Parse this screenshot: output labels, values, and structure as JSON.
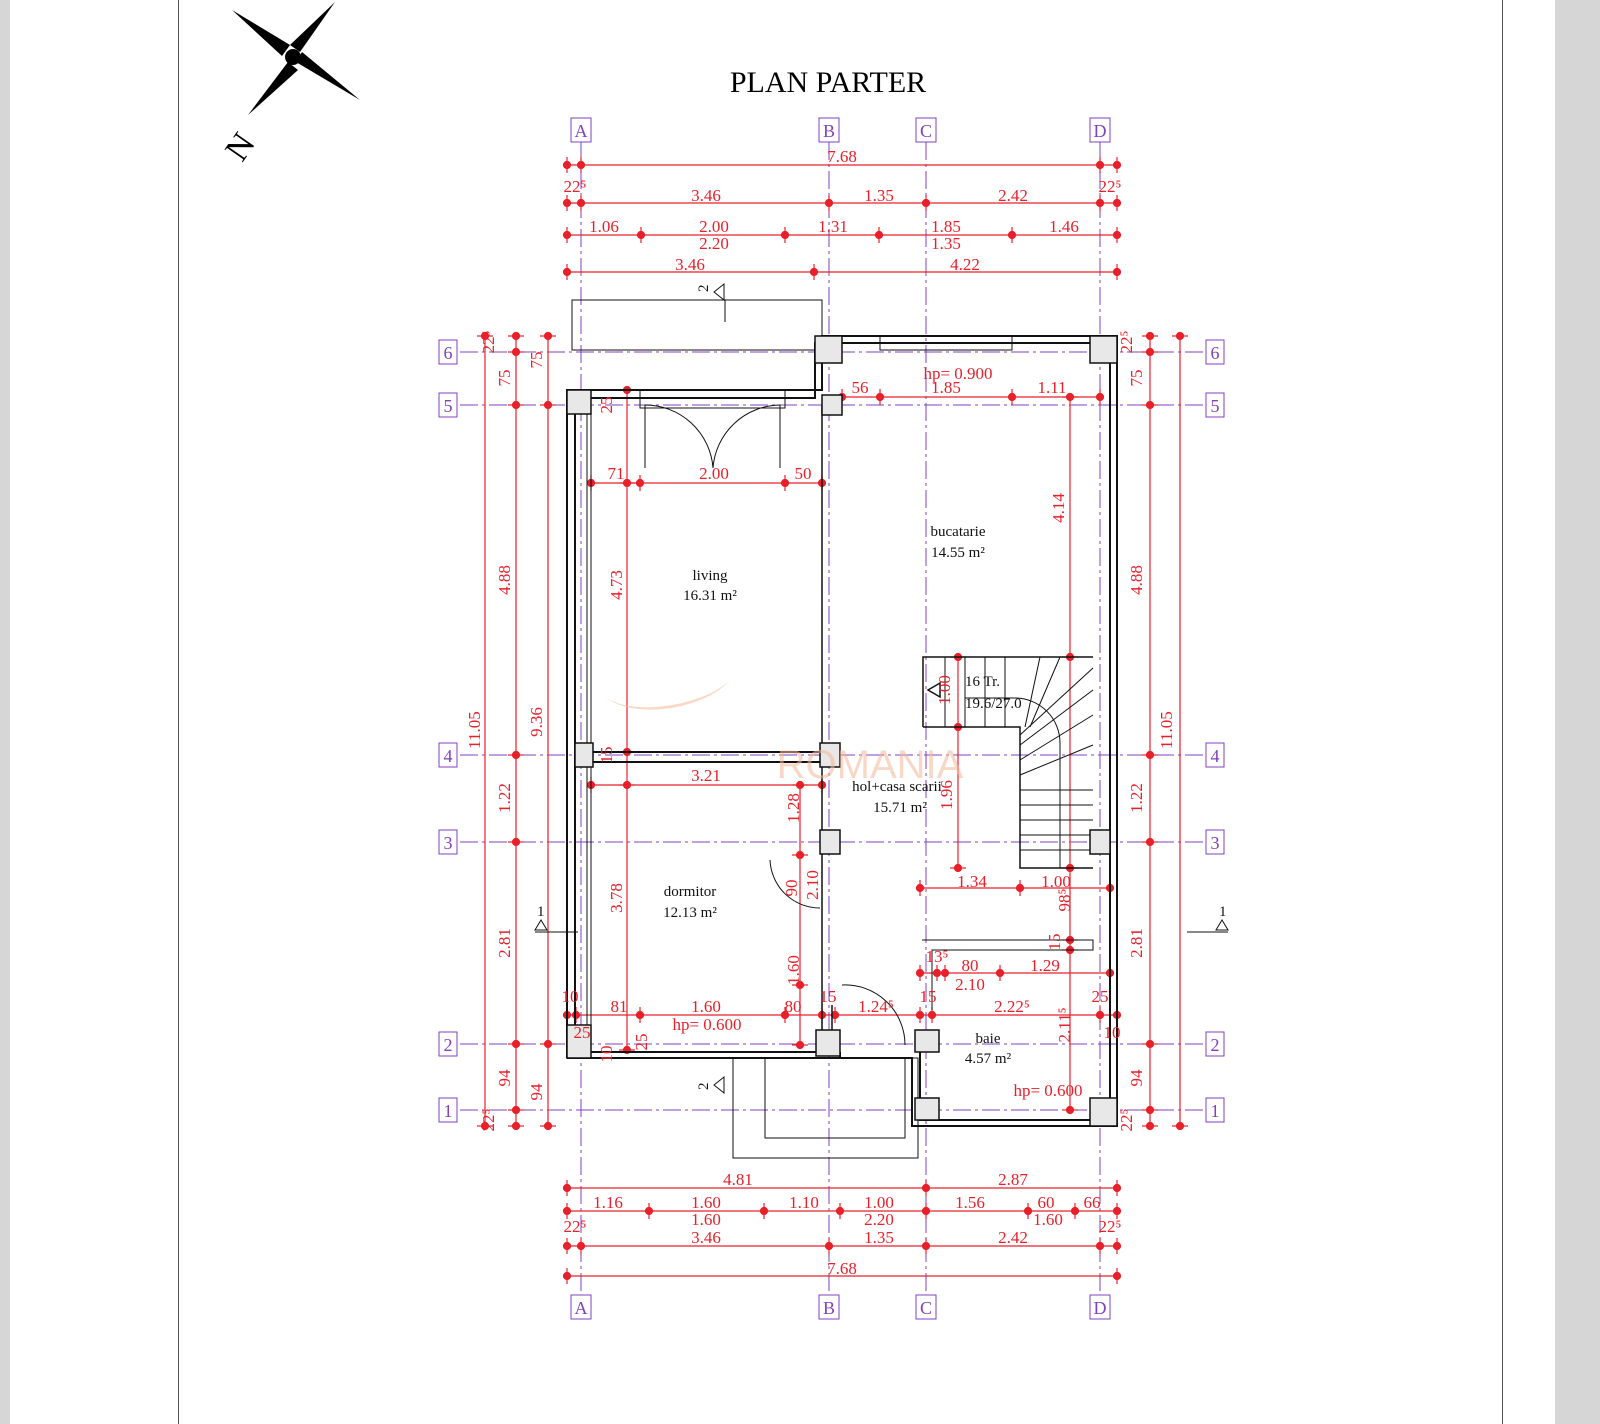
{
  "title": "PLAN PARTER",
  "axes": {
    "columns": [
      "A",
      "B",
      "C",
      "D"
    ],
    "rows": [
      "1",
      "2",
      "3",
      "4",
      "5",
      "6"
    ]
  },
  "section_markers": {
    "top": "2",
    "bottom": "2",
    "left": "1",
    "right": "1"
  },
  "rooms": [
    {
      "name": "living",
      "area": "16.31 m²"
    },
    {
      "name": "bucatarie",
      "area": "14.55 m²"
    },
    {
      "name": "hol+casa scarii",
      "area": "15.71 m²"
    },
    {
      "name": "dormitor",
      "area": "12.13 m²"
    },
    {
      "name": "baie",
      "area": "4.57 m²"
    }
  ],
  "stairs": {
    "steps": "16 Tr.",
    "ratio": "19.6/27.0"
  },
  "dimensions": [
    "7.68",
    "22⁵",
    "22⁵",
    "3.46",
    "1.35",
    "2.42",
    "1.06",
    "2.00",
    "1.31",
    "1.85",
    "1.46",
    "2.20",
    "1.35",
    "3.46",
    "4.22",
    "4.81",
    "2.87",
    "1.16",
    "1.60",
    "1.10",
    "1.00",
    "1.56",
    "60",
    "66",
    "1.60",
    "2.20",
    "1.60",
    "22⁵",
    "22⁵",
    "3.46",
    "1.35",
    "2.42",
    "7.68",
    "11.05",
    "22⁵",
    "75",
    "4.88",
    "1.22",
    "2.81",
    "94",
    "22⁵",
    "75",
    "9.36",
    "94",
    "11.05",
    "22⁵",
    "75",
    "4.88",
    "1.22",
    "2.81",
    "94",
    "22⁵",
    "25",
    "71",
    "2.00",
    "50",
    "4.73",
    "15",
    "3.21",
    "1.28",
    "3.78",
    "90",
    "2.10",
    "1.60",
    "10",
    "81",
    "1.60",
    "80",
    "15",
    "1.24⁵",
    "hp= 0.600",
    "25",
    "10",
    "25",
    "hp= 0.900",
    "56",
    "1.85",
    "1.11",
    "4.14",
    "1.00",
    "1.96",
    "1.34",
    "1.00",
    "98⁵",
    "15",
    "13⁵",
    "80",
    "1.29",
    "2.10",
    "15",
    "2.22⁵",
    "25",
    "2.11⁵",
    "10",
    "hp= 0.600"
  ],
  "watermark": "ROMANIA",
  "compass_letter": "N",
  "colors": {
    "dimension": "#e8202a",
    "axis": "#8040c0",
    "wall": "#111111",
    "watermark": "#f4b89a"
  }
}
